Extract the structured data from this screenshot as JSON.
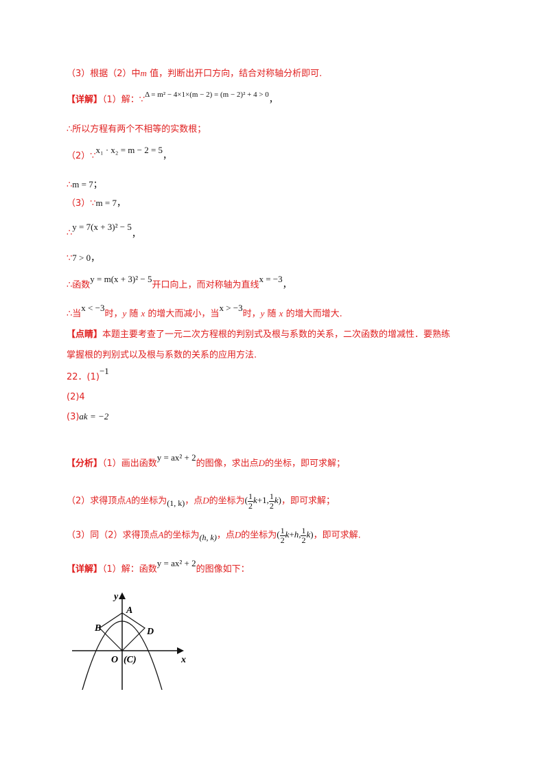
{
  "part3_hint": {
    "prefix": "（3）根据（2）中",
    "var": "m",
    "suffix": " 值，判断出开口方向，结合对称轴分析即可."
  },
  "detail1": {
    "tag": "【详解】",
    "text": "（1）解：∵",
    "formula": "Δ = m² − 4×1×(m − 2) = (m − 2)² + 4 > 0",
    "tail": "，"
  },
  "line_conclusion1": "∴所以方程有两个不相等的实数根；",
  "line_part2": {
    "prefix": "（2）∵",
    "formula": "x₁ · x₂ = m − 2 = 5",
    "tail": "，"
  },
  "line_m7": {
    "prefix": "∴",
    "formula": "m = 7",
    "tail": "；"
  },
  "line_part3": {
    "prefix": "（3）∵",
    "formula": "m = 7",
    "tail": "，"
  },
  "line_y": {
    "prefix": "∴",
    "formula": "y = 7(x + 3)² − 5",
    "tail": "，"
  },
  "line_7gt0": {
    "prefix": "∵",
    "formula": "7 > 0",
    "tail": "，"
  },
  "line_func": {
    "prefix": "∴函数",
    "formula": "y = m(x + 3)² − 5",
    "mid": "开口向上，而对称轴为直线",
    "formula2": "x = −3",
    "tail": "，"
  },
  "line_mono": {
    "p1": "∴当",
    "f1": "x < −3",
    "p2": "时，",
    "y1": "y",
    "p3": " 随 ",
    "x1": "x",
    "p4": " 的增大而减小，当",
    "f2": "x > −3",
    "p5": "时，",
    "y2": "y",
    "p6": " 随 ",
    "x2": "x",
    "p7": " 的增大而增大."
  },
  "comment": {
    "tag": "【点睛】",
    "text1": "本题主要考查了一元二次方程根的判别式及根与系数的关系，二次函数的增减性．要熟练",
    "text2": "掌握根的判别式以及根与系数的关系的应用方法."
  },
  "q22": {
    "label": "22．(1)",
    "ans1": "−1",
    "label2": "(2)",
    "ans2": "4",
    "label3": "(3)",
    "ans3": "ak = −2"
  },
  "analysis": {
    "tag": "【分析】",
    "l1_a": "（1）画出函数",
    "l1_f": "y = ax² + 2",
    "l1_b": "的图像，求出点",
    "l1_d": "D",
    "l1_c": "的坐标，即可求解；",
    "l2_a": "（2）求得顶点",
    "l2_A": "A",
    "l2_b": "的坐标为",
    "l2_f": "(1,  k)",
    "l2_c": "，点",
    "l2_D": "D",
    "l2_d": "的坐标为",
    "l2_e": "，即可求解；",
    "l3_a": "（3）同（2）求得顶点",
    "l3_A": "A",
    "l3_b": "的坐标为",
    "l3_f": "(h,  k)",
    "l3_c": "，点",
    "l3_D": "D",
    "l3_d": "的坐标为",
    "l3_e": "，即可求解."
  },
  "detail2": {
    "tag": "【详解】",
    "text": "（1）解：函数",
    "formula": "y = ax² + 2",
    "tail": "的图像如下："
  },
  "graph": {
    "labels": {
      "y": "y",
      "x": "x",
      "A": "A",
      "B": "B",
      "D": "D",
      "O": "O",
      "C": "(C)"
    }
  }
}
